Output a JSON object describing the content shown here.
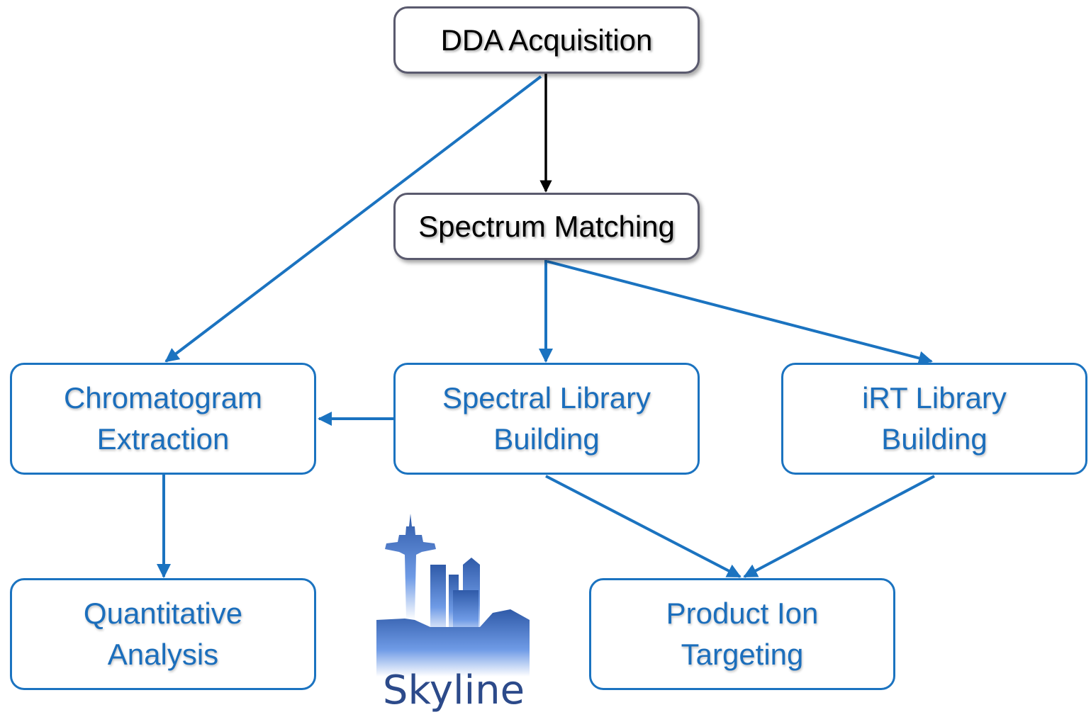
{
  "colors": {
    "edge_blue": "#1b73c0",
    "edge_black": "#000000",
    "text_blue": "#1b6ebc",
    "dark_border": "#5a5a6e"
  },
  "nodes": {
    "dda": "DDA Acquisition",
    "spectrum_matching": "Spectrum Matching",
    "chromatogram_extraction": "Chromatogram\nExtraction",
    "spectral_library_building": "Spectral Library\nBuilding",
    "irt_library_building": "iRT Library\nBuilding",
    "quantitative_analysis": "Quantitative\nAnalysis",
    "product_ion_targeting": "Product Ion\nTargeting"
  },
  "edges": [
    {
      "from": "dda",
      "to": "spectrum_matching",
      "color": "black"
    },
    {
      "from": "dda",
      "to": "chromatogram_extraction",
      "color": "blue"
    },
    {
      "from": "spectrum_matching",
      "to": "spectral_library_building",
      "color": "blue"
    },
    {
      "from": "spectrum_matching",
      "to": "irt_library_building",
      "color": "blue"
    },
    {
      "from": "spectral_library_building",
      "to": "chromatogram_extraction",
      "color": "blue"
    },
    {
      "from": "chromatogram_extraction",
      "to": "quantitative_analysis",
      "color": "blue"
    },
    {
      "from": "spectral_library_building",
      "to": "product_ion_targeting",
      "color": "blue"
    },
    {
      "from": "irt_library_building",
      "to": "product_ion_targeting",
      "color": "blue"
    }
  ],
  "logo": {
    "text": "Skyline",
    "icon": "seattle-skyline-icon"
  }
}
